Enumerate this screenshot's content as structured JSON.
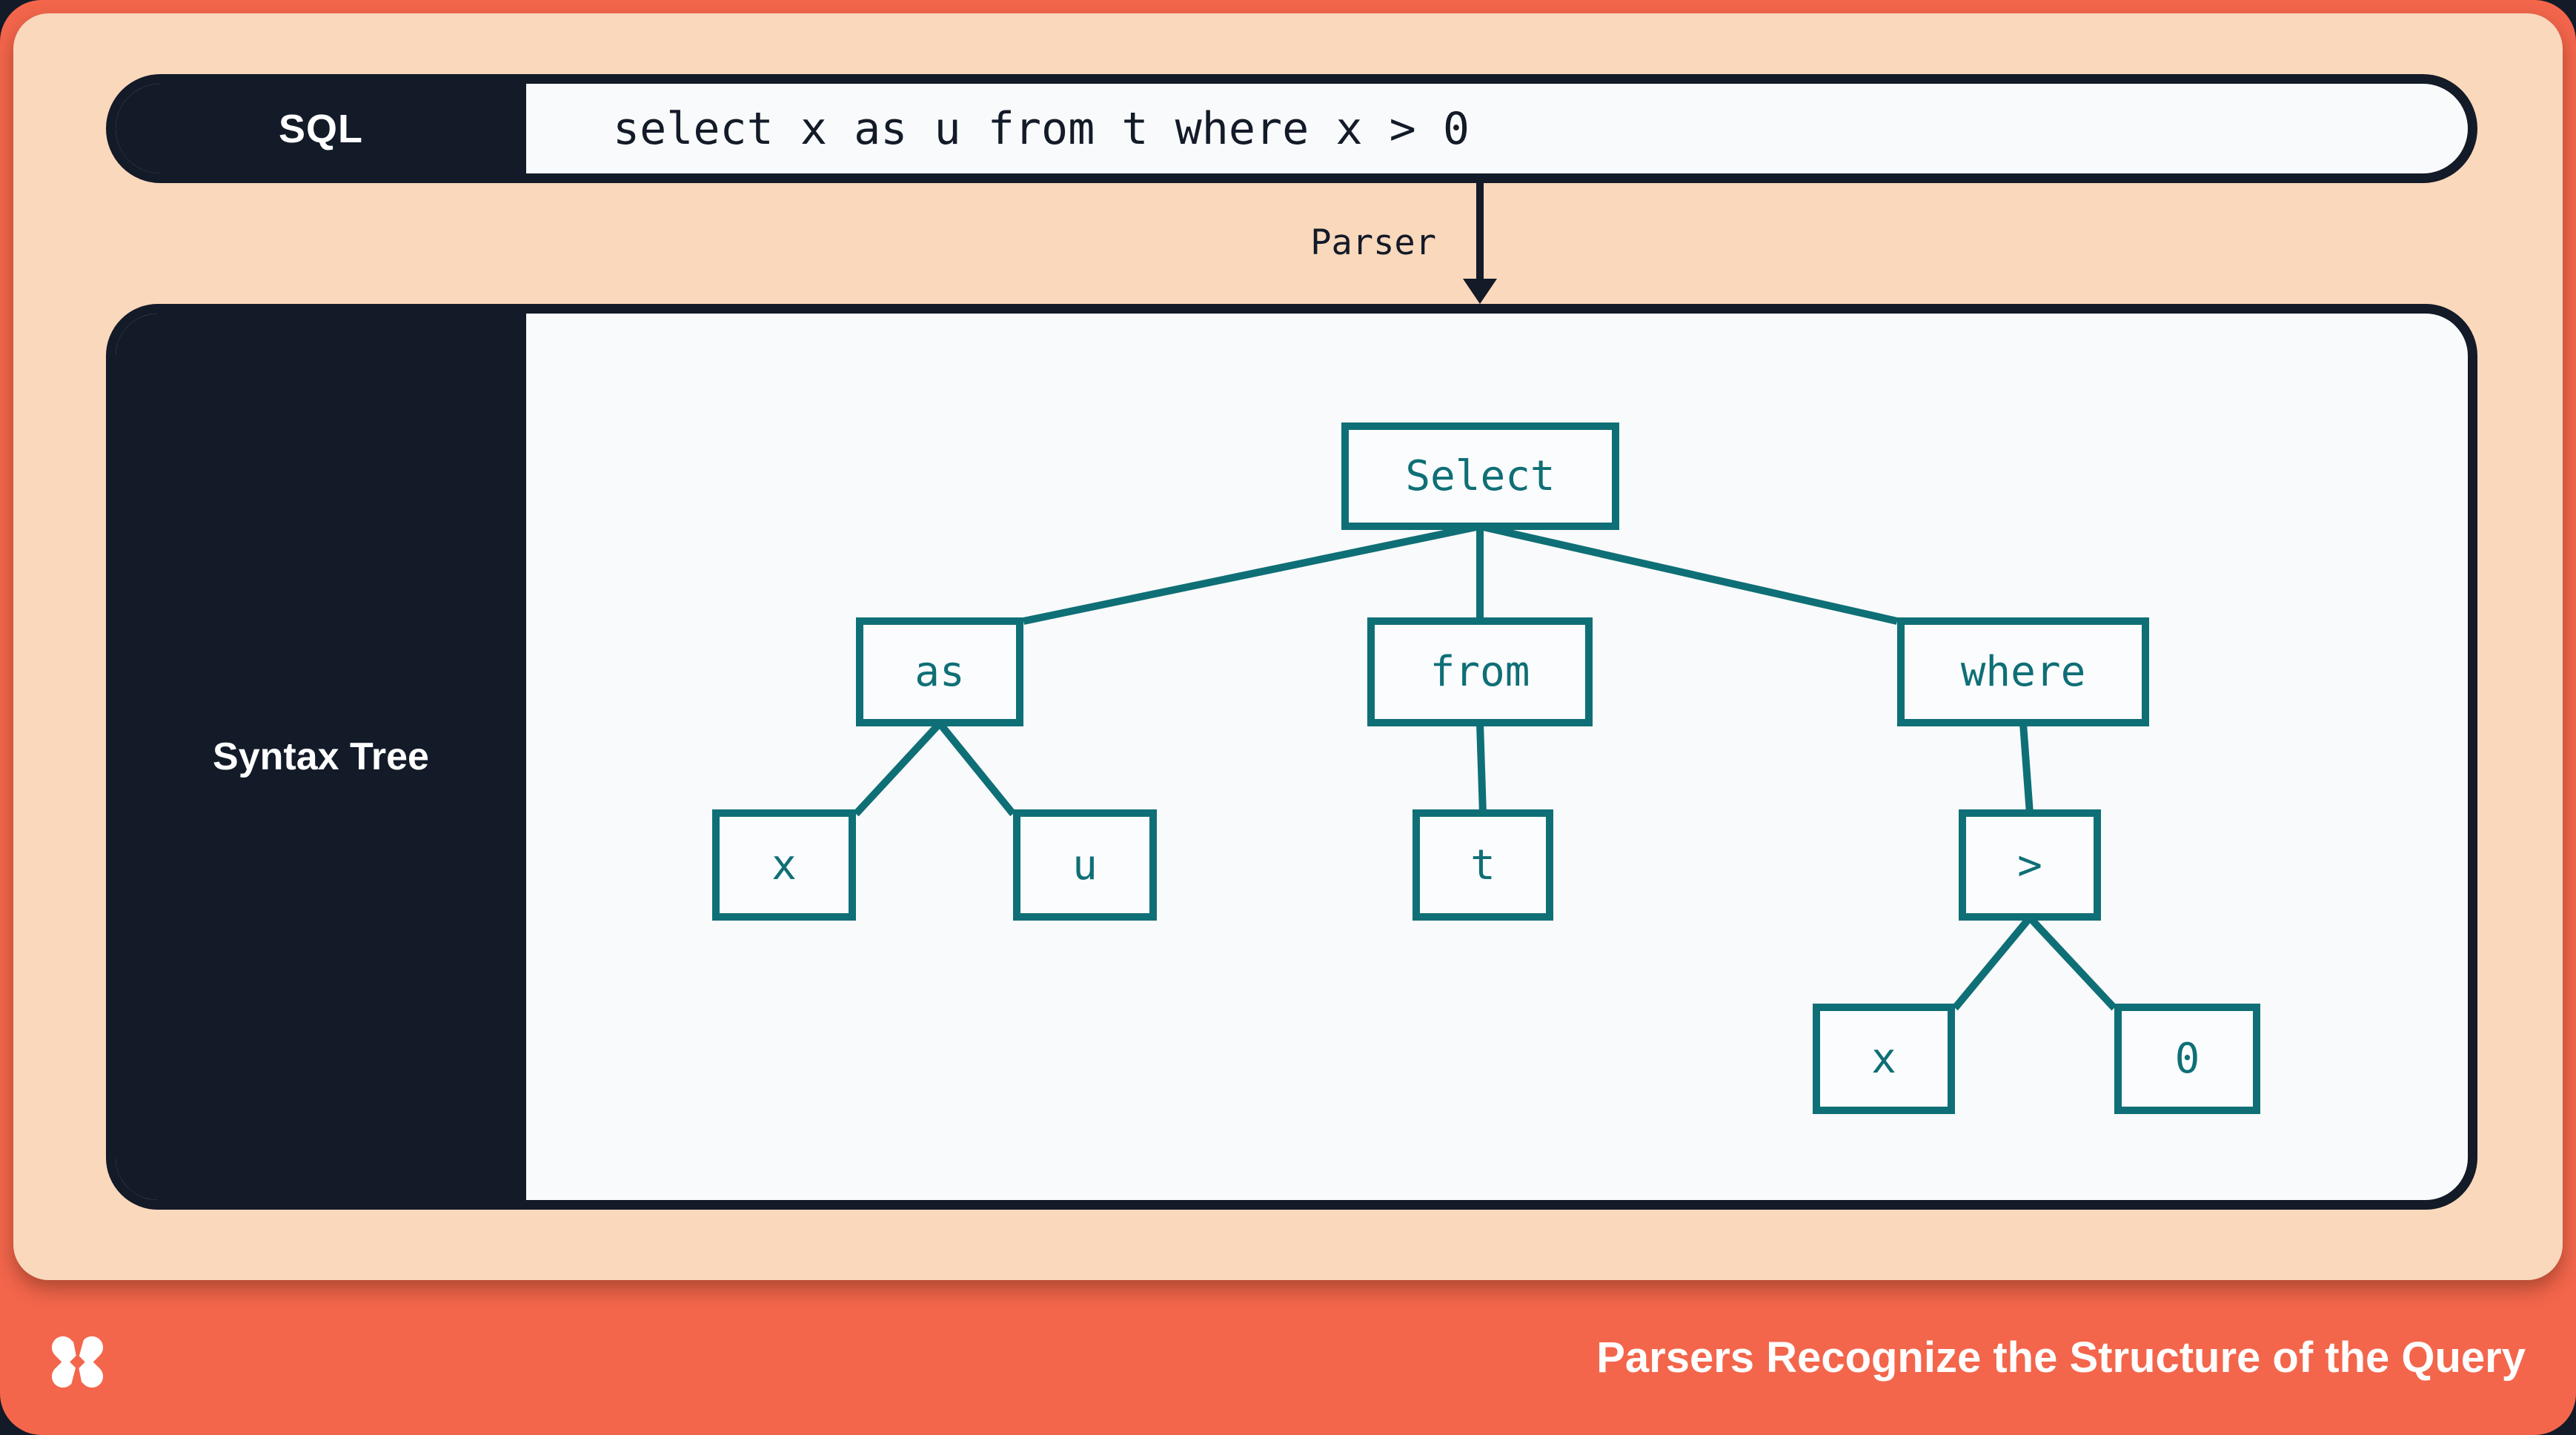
{
  "palette": {
    "navy": "#131a28",
    "teal": "#0f6f76",
    "peach": "#f9d8bc",
    "orange": "#f3664c",
    "offwhite": "#f9fafb",
    "white": "#ffffff"
  },
  "sql_bar": {
    "label": "SQL",
    "query": "select x as u from t where x > 0"
  },
  "parser": {
    "label": "Parser",
    "arrow_icon": "down-arrow-icon"
  },
  "syntax_tree": {
    "label": "Syntax Tree",
    "nodes": [
      {
        "id": "select",
        "label": "Select",
        "parent": null
      },
      {
        "id": "as",
        "label": "as",
        "parent": "select"
      },
      {
        "id": "from",
        "label": "from",
        "parent": "select"
      },
      {
        "id": "where",
        "label": "where",
        "parent": "select"
      },
      {
        "id": "x-alias",
        "label": "x",
        "parent": "as"
      },
      {
        "id": "u",
        "label": "u",
        "parent": "as"
      },
      {
        "id": "t",
        "label": "t",
        "parent": "from"
      },
      {
        "id": "gt",
        "label": ">",
        "parent": "where"
      },
      {
        "id": "x-cond",
        "label": "x",
        "parent": "gt"
      },
      {
        "id": "zero",
        "label": "0",
        "parent": "gt"
      }
    ],
    "edges": [
      [
        "select",
        "as"
      ],
      [
        "select",
        "from"
      ],
      [
        "select",
        "where"
      ],
      [
        "as",
        "x-alias"
      ],
      [
        "as",
        "u"
      ],
      [
        "from",
        "t"
      ],
      [
        "where",
        "gt"
      ],
      [
        "gt",
        "x-cond"
      ],
      [
        "gt",
        "zero"
      ]
    ]
  },
  "footer": {
    "title": "Parsers Recognize the Structure of the Query",
    "logo": "dolt-star-icon"
  }
}
